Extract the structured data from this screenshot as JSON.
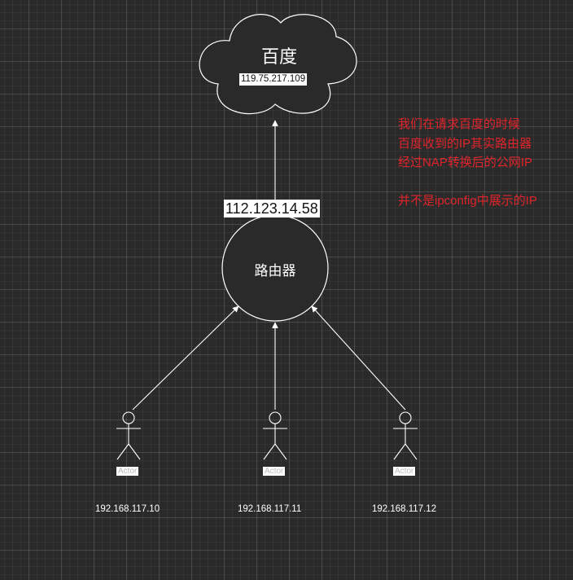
{
  "cloud": {
    "title": "百度",
    "ip": "119.75.217.109"
  },
  "router": {
    "label": "路由器",
    "public_ip": "112.123.14.58"
  },
  "clients": [
    {
      "actor_label": "Actor",
      "ip": "192.168.117.10"
    },
    {
      "actor_label": "Actor",
      "ip": "192.168.117.11"
    },
    {
      "actor_label": "Actor",
      "ip": "192.168.117.12"
    }
  ],
  "note": {
    "lines": [
      "我们在请求百度的时候",
      "百度收到的IP其实路由器",
      "经过NAP转换后的公网IP",
      "",
      "并不是ipconfig中展示的IP"
    ]
  },
  "colors": {
    "background": "#2a2a2a",
    "stroke": "#ffffff",
    "shape_fill": "#2a2a2a",
    "note_text": "#e0242a"
  }
}
